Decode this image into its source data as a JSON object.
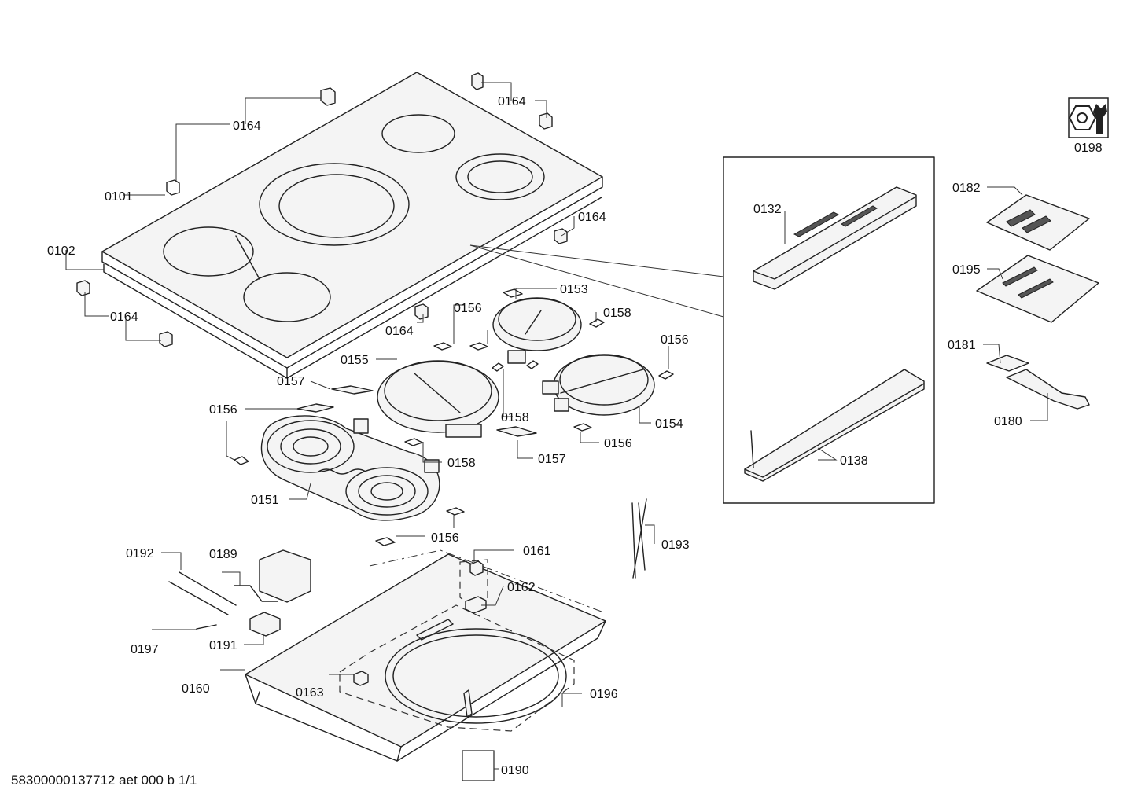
{
  "labels": {
    "p0101": "0101",
    "p0102": "0102",
    "p0132": "0132",
    "p0138": "0138",
    "p0151": "0151",
    "p0153": "0153",
    "p0154": "0154",
    "p0155": "0155",
    "p0156": "0156",
    "p0157": "0157",
    "p0158": "0158",
    "p0160": "0160",
    "p0161": "0161",
    "p0162": "0162",
    "p0163": "0163",
    "p0164": "0164",
    "p0180": "0180",
    "p0181": "0181",
    "p0182": "0182",
    "p0189": "0189",
    "p0190": "0190",
    "p0191": "0191",
    "p0192": "0192",
    "p0193": "0193",
    "p0195": "0195",
    "p0196": "0196",
    "p0197": "0197",
    "p0198": "0198"
  },
  "document_id": "58300000137712 aet 000 b 1/1",
  "icons": {
    "service_tool": "wrench-nut-icon"
  }
}
